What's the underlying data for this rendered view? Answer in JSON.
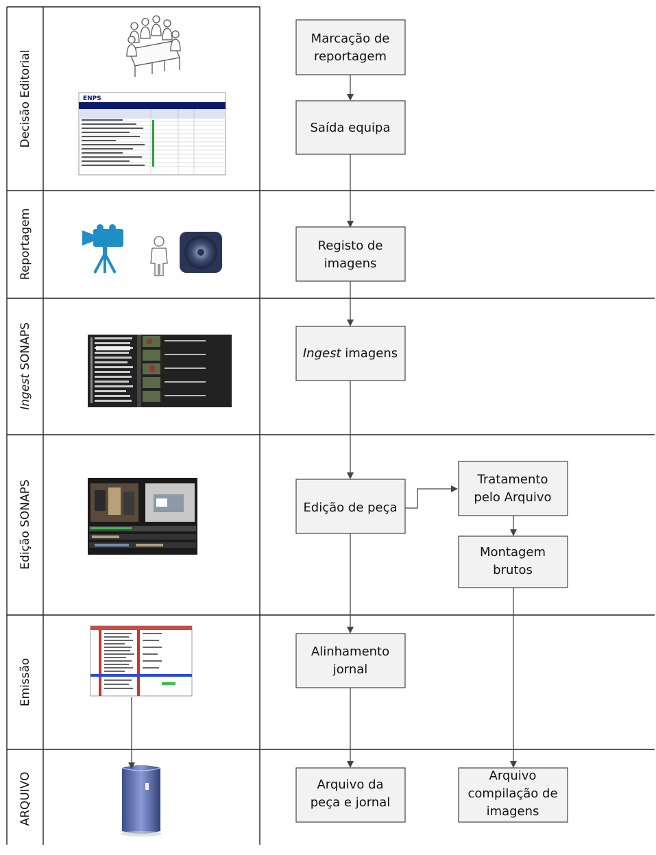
{
  "lanes": [
    {
      "label": "Decisão Editorial"
    },
    {
      "label": "Reportagem"
    },
    {
      "label_italic": "Ingest",
      "label_rest": " SONAPS"
    },
    {
      "label": "Edição SONAPS"
    },
    {
      "label": "Emissão"
    },
    {
      "label": "ARQUIVO"
    }
  ],
  "boxes": {
    "marcacao": [
      "Marcação de",
      "reportagem"
    ],
    "saida": [
      "Saída equipa"
    ],
    "registo": [
      "Registo de",
      "imagens"
    ],
    "ingest_italic": "Ingest",
    "ingest_rest": " imagens",
    "edicao": [
      "Edição de peça"
    ],
    "tratamento": [
      "Tratamento",
      "pelo Arquivo"
    ],
    "montagem": [
      "Montagem",
      "brutos"
    ],
    "alinhamento": [
      "Alinhamento",
      "jornal"
    ],
    "arquivo_peca": [
      "Arquivo da",
      "peça e jornal"
    ],
    "arquivo_comp": [
      "Arquivo",
      "compilação de",
      "imagens"
    ]
  },
  "icons": {
    "enps_logo": "ENPS",
    "meeting": "meeting-icon",
    "camera": "video-camera-icon",
    "person": "person-icon",
    "disc": "optical-disc-icon",
    "server": "server-icon"
  },
  "colors": {
    "box_fill": "#f2f2f2",
    "camera_blue": "#1e8fc6",
    "enps_navy": "#0c1a6b"
  }
}
